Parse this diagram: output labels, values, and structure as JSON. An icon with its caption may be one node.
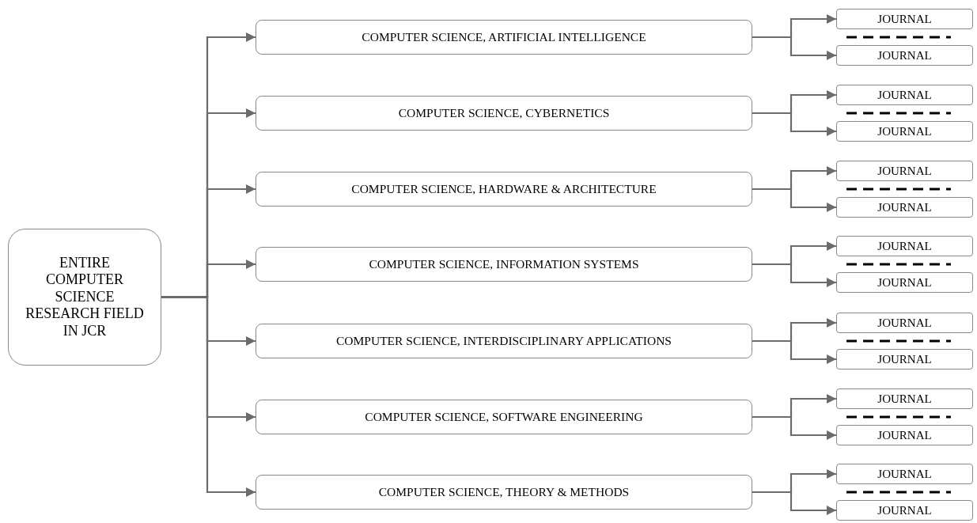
{
  "diagram": {
    "nodes": [
      {
        "text": [
          "ENTIRE COMPUTER SCIENCE RESEARCH FIELD IN JCR"
        ]
      },
      {
        "text": [
          "COMPUTER SCIENCE, ARTIFICIAL INTELLIGENCE"
        ]
      },
      {
        "text": [
          "JOURNAL"
        ]
      },
      {
        "text": [
          "JOURNAL"
        ]
      },
      {
        "text": [
          "COMPUTER SCIENCE, CYBERNETICS"
        ]
      },
      {
        "text": [
          "JOURNAL"
        ]
      },
      {
        "text": [
          "JOURNAL"
        ]
      },
      {
        "text": [
          "COMPUTER SCIENCE, HARDWARE & ARCHITECTURE"
        ]
      },
      {
        "text": [
          "JOURNAL"
        ]
      },
      {
        "text": [
          "JOURNAL"
        ]
      },
      {
        "text": [
          "COMPUTER SCIENCE, INFORMATION SYSTEMS"
        ]
      },
      {
        "text": [
          "JOURNAL"
        ]
      },
      {
        "text": [
          "JOURNAL"
        ]
      },
      {
        "text": [
          "COMPUTER SCIENCE, INTERDISCIPLINARY APPLICATIONS"
        ]
      },
      {
        "text": [
          "JOURNAL"
        ]
      },
      {
        "text": [
          "JOURNAL"
        ]
      },
      {
        "text": [
          "COMPUTER SCIENCE, SOFTWARE ENGINEERING"
        ]
      },
      {
        "text": [
          "JOURNAL"
        ]
      },
      {
        "text": [
          "JOURNAL"
        ]
      },
      {
        "text": [
          "COMPUTER SCIENCE, THEORY & METHODS"
        ]
      },
      {
        "text": [
          "JOURNAL"
        ]
      },
      {
        "text": [
          "JOURNAL"
        ]
      }
    ],
    "edges": [
      {
        "from": 0,
        "to": 1,
        "arrow": "to"
      },
      {
        "from": 0,
        "to": 4,
        "arrow": "to"
      },
      {
        "from": 0,
        "to": 7,
        "arrow": "to"
      },
      {
        "from": 0,
        "to": 10,
        "arrow": "to"
      },
      {
        "from": 0,
        "to": 13,
        "arrow": "to"
      },
      {
        "from": 0,
        "to": 16,
        "arrow": "to"
      },
      {
        "from": 0,
        "to": 19,
        "arrow": "to"
      },
      {
        "from": 1,
        "to": 2,
        "arrow": "to"
      },
      {
        "from": 1,
        "to": 3,
        "arrow": "to"
      },
      {
        "from": 4,
        "to": 5,
        "arrow": "to"
      },
      {
        "from": 4,
        "to": 6,
        "arrow": "to"
      },
      {
        "from": 7,
        "to": 8,
        "arrow": "to"
      },
      {
        "from": 7,
        "to": 9,
        "arrow": "to"
      },
      {
        "from": 10,
        "to": 11,
        "arrow": "to"
      },
      {
        "from": 10,
        "to": 12,
        "arrow": "to"
      },
      {
        "from": 13,
        "to": 14,
        "arrow": "to"
      },
      {
        "from": 13,
        "to": 15,
        "arrow": "to"
      },
      {
        "from": 16,
        "to": 17,
        "arrow": "to"
      },
      {
        "from": 16,
        "to": 18,
        "arrow": "to"
      },
      {
        "from": 19,
        "to": 20,
        "arrow": "to"
      },
      {
        "from": 19,
        "to": 21,
        "arrow": "to"
      }
    ]
  }
}
